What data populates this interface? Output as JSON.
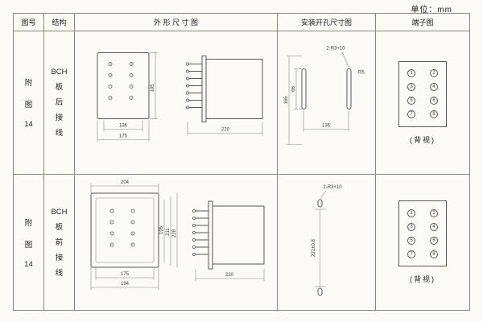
{
  "page": {
    "unit_label": "单位：mm"
  },
  "header": {
    "fig": "图号",
    "struct": "结构",
    "outline": "外 形 尺 寸 图",
    "mount": "安装开孔尺寸图",
    "terminal": "端子图"
  },
  "row1": {
    "fig_lines": [
      "附",
      "图",
      "14"
    ],
    "struct_lines": [
      "BCH",
      "板",
      "后",
      "接",
      "线"
    ],
    "outline": {
      "w_inner": "136",
      "w_outer": "175",
      "height": "195",
      "depth": "220"
    },
    "mount": {
      "note": "2-R3+10",
      "radius": "R5",
      "h_total": "165",
      "h_slot": "66",
      "width": "136"
    },
    "terminal": {
      "left": [
        "1",
        "3",
        "5",
        "7"
      ],
      "right": [
        "2",
        "4",
        "6",
        "8"
      ],
      "view": "(背视)"
    }
  },
  "row2": {
    "fig_lines": [
      "附",
      "图",
      "14"
    ],
    "struct_lines": [
      "BCH",
      "板",
      "前",
      "接",
      "线"
    ],
    "outline": {
      "w_top": "204",
      "w_inner": "175",
      "w_outer": "194",
      "h1": "195",
      "h2": "211",
      "h3": "228",
      "depth": "220"
    },
    "mount": {
      "note": "2-R3+10",
      "height": "221±0.8"
    },
    "terminal": {
      "left": [
        "1",
        "3",
        "5",
        "7"
      ],
      "right": [
        "2",
        "4",
        "6",
        "8"
      ],
      "view": "(背视)"
    }
  }
}
